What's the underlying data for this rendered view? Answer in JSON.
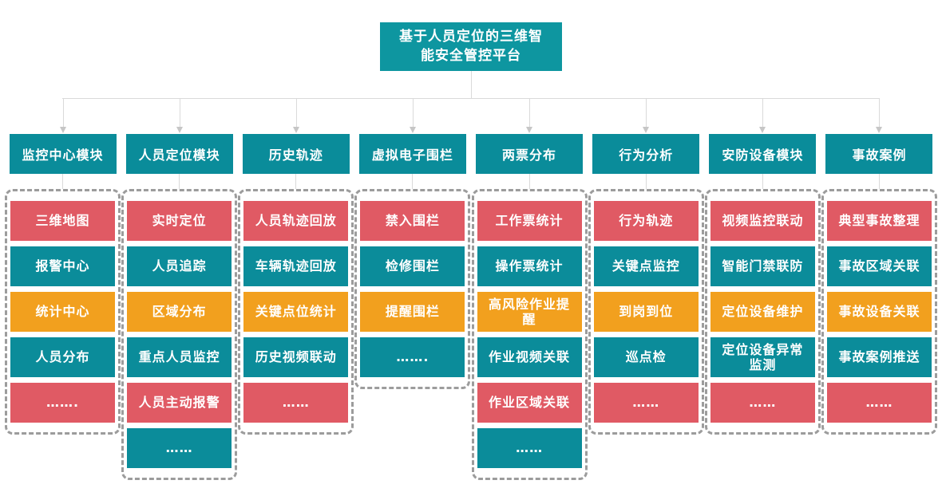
{
  "root": {
    "title": "基于人员定位的三维智能安全管控平台",
    "title_lines": [
      "基于人员定位的三维智",
      "能安全管控平台"
    ]
  },
  "palette": {
    "root": "#0e96a0",
    "header": "#0a8c9a",
    "red": "#e05a64",
    "teal": "#0b8c9a",
    "orange": "#f2a01e",
    "dashed_border": "#9c9c9c",
    "connector_line": "#dadada",
    "arrow": "#c6c6c6"
  },
  "columns": [
    {
      "header": "监控中心模块",
      "items": [
        {
          "label": "三维地图",
          "color": "red"
        },
        {
          "label": "报警中心",
          "color": "teal"
        },
        {
          "label": "统计中心",
          "color": "orange"
        },
        {
          "label": "人员分布",
          "color": "teal"
        },
        {
          "label": "…….",
          "color": "red"
        }
      ]
    },
    {
      "header": "人员定位模块",
      "items": [
        {
          "label": "实时定位",
          "color": "red"
        },
        {
          "label": "人员追踪",
          "color": "teal"
        },
        {
          "label": "区域分布",
          "color": "orange"
        },
        {
          "label": "重点人员监控",
          "color": "teal"
        },
        {
          "label": "人员主动报警",
          "color": "red"
        },
        {
          "label": "……",
          "color": "teal"
        }
      ]
    },
    {
      "header": "历史轨迹",
      "items": [
        {
          "label": "人员轨迹回放",
          "color": "red"
        },
        {
          "label": "车辆轨迹回放",
          "color": "teal"
        },
        {
          "label": "关键点位统计",
          "color": "orange"
        },
        {
          "label": "历史视频联动",
          "color": "teal"
        },
        {
          "label": "……",
          "color": "red"
        }
      ]
    },
    {
      "header": "虚拟电子围栏",
      "items": [
        {
          "label": "禁入围栏",
          "color": "red"
        },
        {
          "label": "检修围栏",
          "color": "teal"
        },
        {
          "label": "提醒围栏",
          "color": "orange"
        },
        {
          "label": "…….",
          "color": "teal"
        }
      ]
    },
    {
      "header": "两票分布",
      "items": [
        {
          "label": "工作票统计",
          "color": "red"
        },
        {
          "label": "操作票统计",
          "color": "teal"
        },
        {
          "label": "高风险作业提\n醒",
          "color": "orange"
        },
        {
          "label": "作业视频关联",
          "color": "teal"
        },
        {
          "label": "作业区域关联",
          "color": "red"
        },
        {
          "label": "……",
          "color": "teal"
        }
      ]
    },
    {
      "header": "行为分析",
      "items": [
        {
          "label": "行为轨迹",
          "color": "red"
        },
        {
          "label": "关键点监控",
          "color": "teal"
        },
        {
          "label": "到岗到位",
          "color": "orange"
        },
        {
          "label": "巡点检",
          "color": "teal"
        },
        {
          "label": "……",
          "color": "red"
        }
      ]
    },
    {
      "header": "安防设备模块",
      "items": [
        {
          "label": "视频监控联动",
          "color": "red"
        },
        {
          "label": "智能门禁联防",
          "color": "teal"
        },
        {
          "label": "定位设备维护",
          "color": "orange"
        },
        {
          "label": "定位设备异常\n监测",
          "color": "teal"
        },
        {
          "label": "……",
          "color": "red"
        }
      ]
    },
    {
      "header": "事故案例",
      "items": [
        {
          "label": "典型事故整理",
          "color": "red"
        },
        {
          "label": "事故区域关联",
          "color": "teal"
        },
        {
          "label": "事故设备关联",
          "color": "orange"
        },
        {
          "label": "事故案例推送",
          "color": "teal"
        },
        {
          "label": "……",
          "color": "red"
        }
      ]
    }
  ]
}
